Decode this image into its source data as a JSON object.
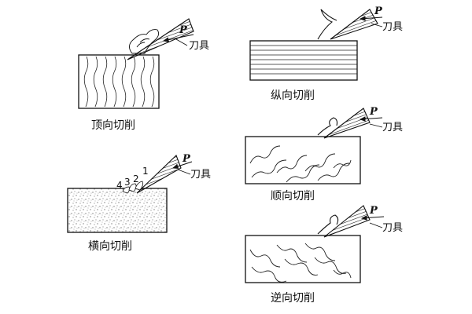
{
  "panels": [
    {
      "id": "end",
      "caption": "顶向切削",
      "force": "P",
      "tool": "刀具"
    },
    {
      "id": "longitudinal",
      "caption": "纵向切削",
      "force": "P",
      "tool": "刀具"
    },
    {
      "id": "transverse",
      "caption": "横向切削",
      "force": "P",
      "tool": "刀具",
      "chip_numbers": [
        "4",
        "3",
        "2",
        "1"
      ]
    },
    {
      "id": "with-grain",
      "caption": "顺向切削",
      "force": "P",
      "tool": "刀具"
    },
    {
      "id": "against-grain",
      "caption": "逆向切削",
      "force": "P",
      "tool": "刀具"
    }
  ]
}
